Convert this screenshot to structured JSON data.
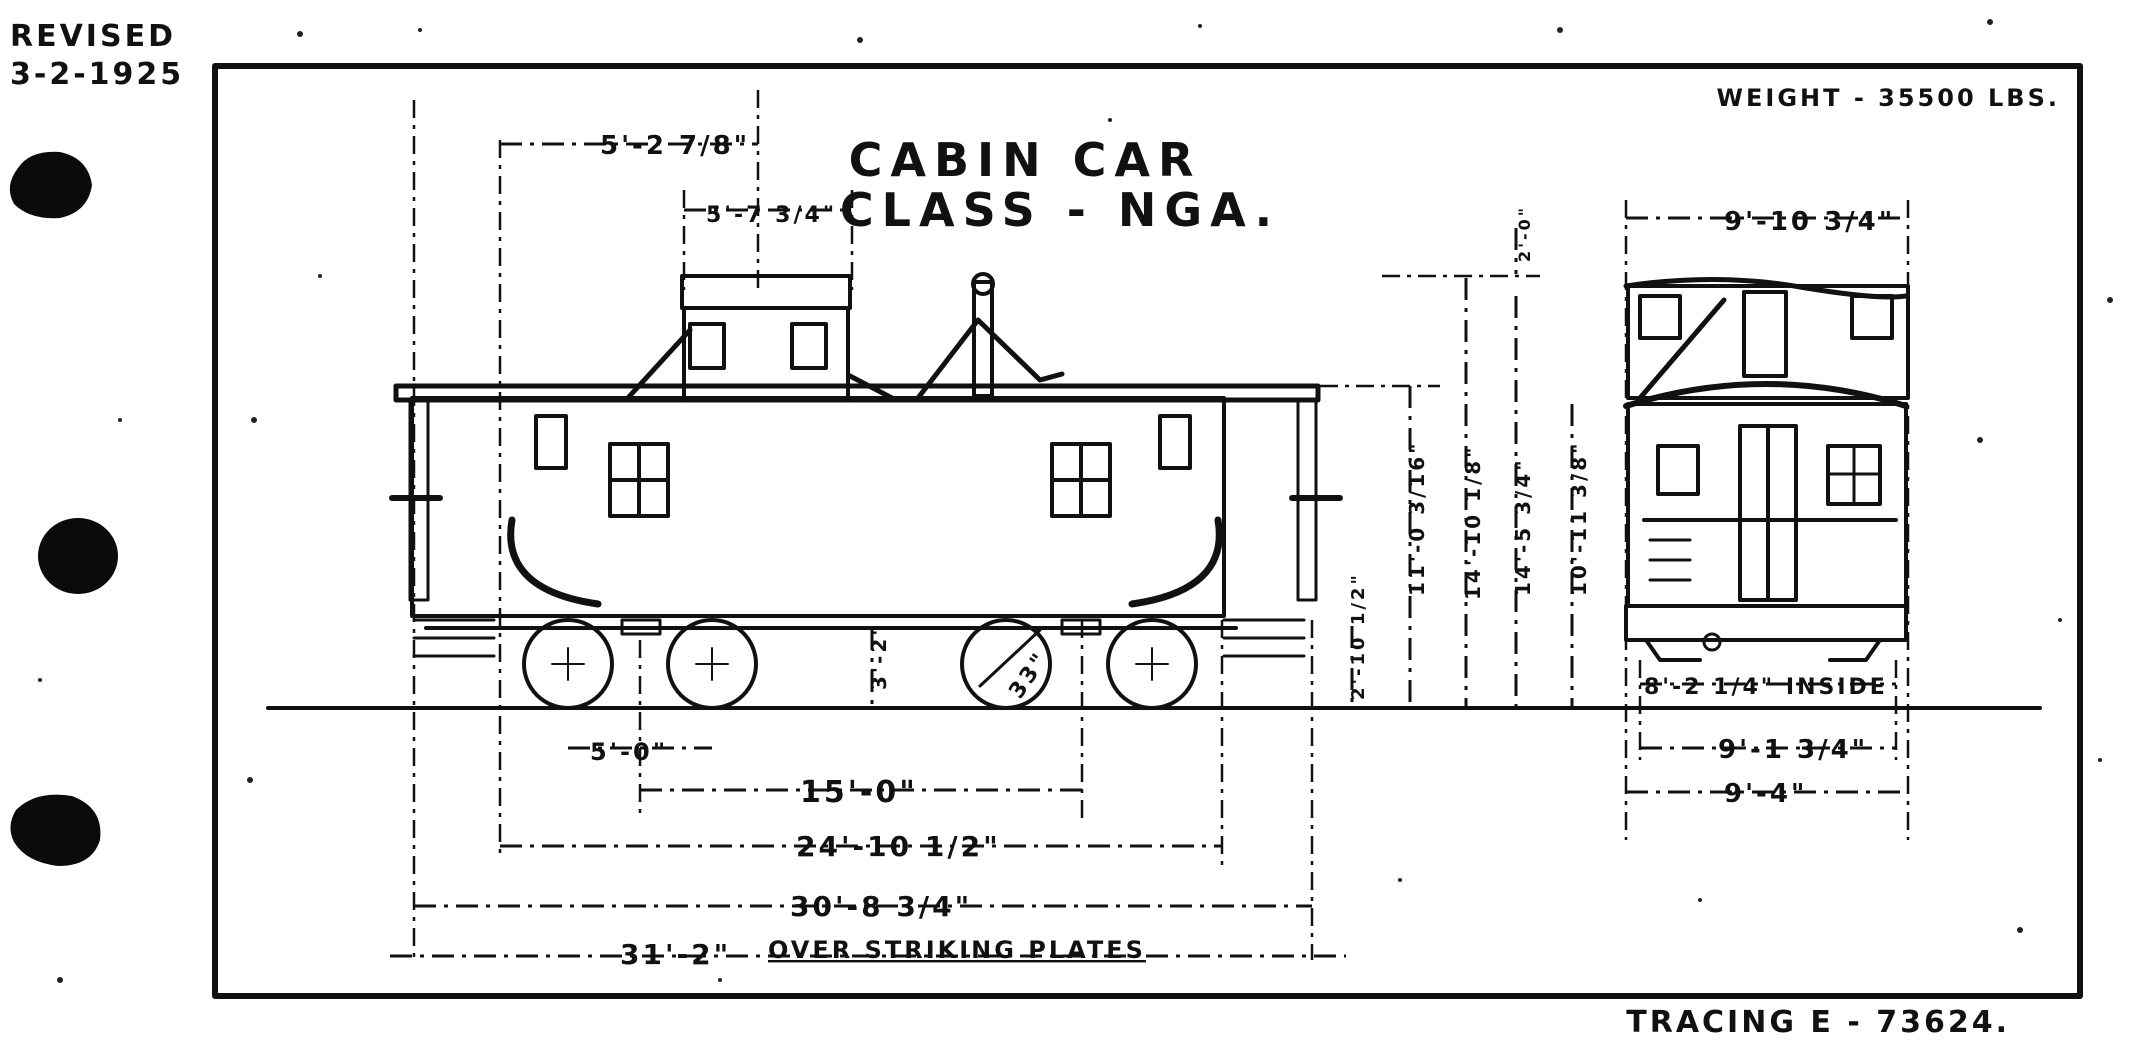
{
  "revision": {
    "label": "REVISED",
    "date": "3-2-1925"
  },
  "title": {
    "line1": "CABIN CAR",
    "line2": "CLASS - NGA."
  },
  "weight": "WEIGHT - 35500 LBS.",
  "tracing": "TRACING E - 73624.",
  "side_view": {
    "cupola_offset": "5'-2 7/8\"",
    "cupola_width": "5'-7 3/4\"",
    "wheel_base": "5'-0\"",
    "wheel_diameter": "33\"",
    "truck_center_height": "3'-2\"",
    "truck_centers": "15'-0\"",
    "length_over_end_sills": "24'-10 1/2\"",
    "length_over_body": "30'-8 3/4\"",
    "length_over_striking_plates": "31'-2\"",
    "over_striking_plates_note": "OVER STRIKING PLATES",
    "step_height": "2'-10 1/2\"",
    "height_to_eaves": "11'-0 3/16\"",
    "height_to_cupola_roof": "14'-10 1/8\"",
    "height_to_roof": "14'-5 3/4\"",
    "height_to_platform": "10'-11 3/8\"",
    "cupola_top": "2'-0\""
  },
  "end_view": {
    "width_over_eaves": "9'-10 3/4\"",
    "inside_width": "8'-2 1/4\" INSIDE",
    "width_over_sills": "9'-1 3/4\"",
    "overall_width": "9'-4\""
  }
}
